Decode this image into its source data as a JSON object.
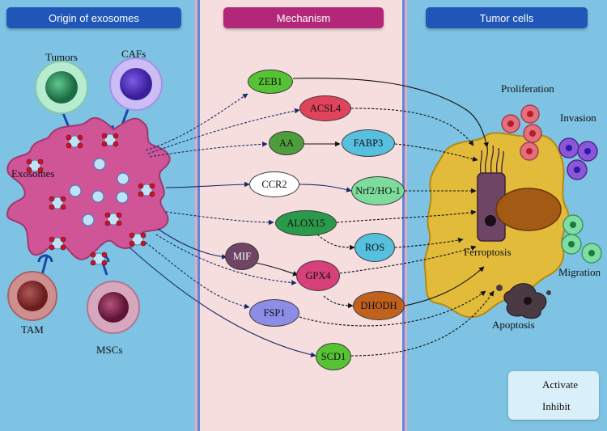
{
  "headers": {
    "origin": "Origin of exosomes",
    "mechanism": "Mechanism",
    "tumor": "Tumor cells"
  },
  "sources": {
    "tumors": "Tumors",
    "cafs": "CAFs",
    "tam": "TAM",
    "mscs": "MSCs",
    "exosomes": "Exosomes"
  },
  "nodes": {
    "zeb1": "ZEB1",
    "acsl4": "ACSL4",
    "aa": "AA",
    "fabp3": "FABP3",
    "ccr2": "CCR2",
    "nrf2": "Nrf2/HO-1",
    "alox15": "ALOX15",
    "ros": "ROS",
    "mif": "MIF",
    "gpx4": "GPX4",
    "dhodh": "DHODH",
    "fsp1": "FSP1",
    "scd1": "SCD1"
  },
  "outcomes": {
    "proliferation": "Proliferation",
    "invasion": "Invasion",
    "ferroptosis": "Ferroptosis",
    "migration": "Migration",
    "apoptosis": "Apoptosis"
  },
  "legend": {
    "activate": "Activate",
    "inhibit": "Inhibit"
  },
  "colors": {
    "background": "#7ec3e3",
    "middle_panel": "#f6dede",
    "header_blue": "#1f56b8",
    "header_magenta": "#b22779",
    "exosome_cell": "#cf5596",
    "tumor_cell": "#e2bb3b"
  }
}
